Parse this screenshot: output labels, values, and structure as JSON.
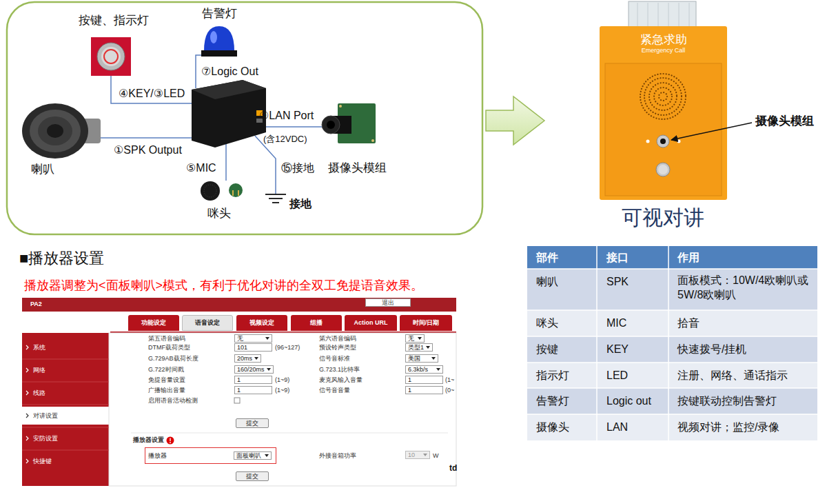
{
  "diagram": {
    "nodes": [
      {
        "text": [
          "紧急求助",
          "Emergency Call"
        ]
      },
      {
        "text": [
          "退出"
        ]
      },
      {
        "text": [
          "功能设定"
        ]
      },
      {
        "text": [
          "语音设定"
        ]
      },
      {
        "text": [
          "视频设定"
        ]
      },
      {
        "text": [
          "组播"
        ]
      },
      {
        "text": [
          "Action URL"
        ]
      },
      {
        "text": [
          "时间/日期"
        ]
      },
      {
        "text": [
          "无"
        ]
      },
      {
        "text": [
          "101"
        ]
      },
      {
        "text": [
          "20ms"
        ]
      },
      {
        "text": [
          "160/20ms"
        ]
      },
      {
        "text": [
          "1"
        ]
      },
      {
        "text": [
          "1"
        ]
      },
      {
        "text": [
          "无"
        ]
      },
      {
        "text": [
          "类型1"
        ]
      },
      {
        "text": [
          "美国"
        ]
      },
      {
        "text": [
          "6.3kb/s"
        ]
      },
      {
        "text": [
          "1"
        ]
      },
      {
        "text": [
          "1"
        ]
      },
      {
        "text": [
          "提交"
        ]
      },
      {
        "text": [
          "播放器"
        ]
      },
      {
        "text": [
          "面板喇叭"
        ],
        "in": 21
      },
      {
        "text": [
          "10"
        ]
      },
      {
        "text": [
          "提交"
        ]
      }
    ],
    "labels": [
      "按键、指示灯",
      "告警灯",
      "⑦Logic Out",
      "④KEY/③LED",
      "⑨LAN Port",
      "(含12VDC)",
      "①SPK Output",
      "⑤MIC",
      "⑮接地",
      "摄像头模组",
      "喇叭",
      "咪头",
      "接地",
      "摄像头模组",
      "可视对讲",
      "部件",
      "接口",
      "作用",
      "喇叭",
      "SPK",
      "面板模式：10W/4欧喇叭或5W/8欧喇叭",
      "咪头",
      "MIC",
      "拾音",
      "按键",
      "KEY",
      "快速拨号/挂机",
      "指示灯",
      "LED",
      "注册、网络、通话指示",
      "告警灯",
      "Logic out",
      "按键联动控制告警灯",
      "摄像头",
      "LAN",
      "视频对讲；监控/录像",
      "■播放器设置",
      "播放器调整为<面板喇叭>模式，有利于优化对讲的全双工免提语音效果。",
      "PA2",
      "系统",
      "网络",
      "线路",
      "对讲设置",
      "安防设置",
      "快捷键",
      "第五语音编码",
      "DTMF载荷类型",
      "(96~127)",
      "G.729AB载荷长度",
      "G.722时间戳",
      "免提音量设置",
      "(1~9)",
      "广播输出音量",
      "(1~9)",
      "启用语音活动检测",
      "第六语音编码",
      "预设铃声类型",
      "信号音标准",
      "G.723.1比特率",
      "麦克风输入音量",
      "(1~",
      "信号音音量",
      "(0~",
      "播放器设置",
      "外接音箱功率",
      "W",
      "td"
    ]
  }
}
